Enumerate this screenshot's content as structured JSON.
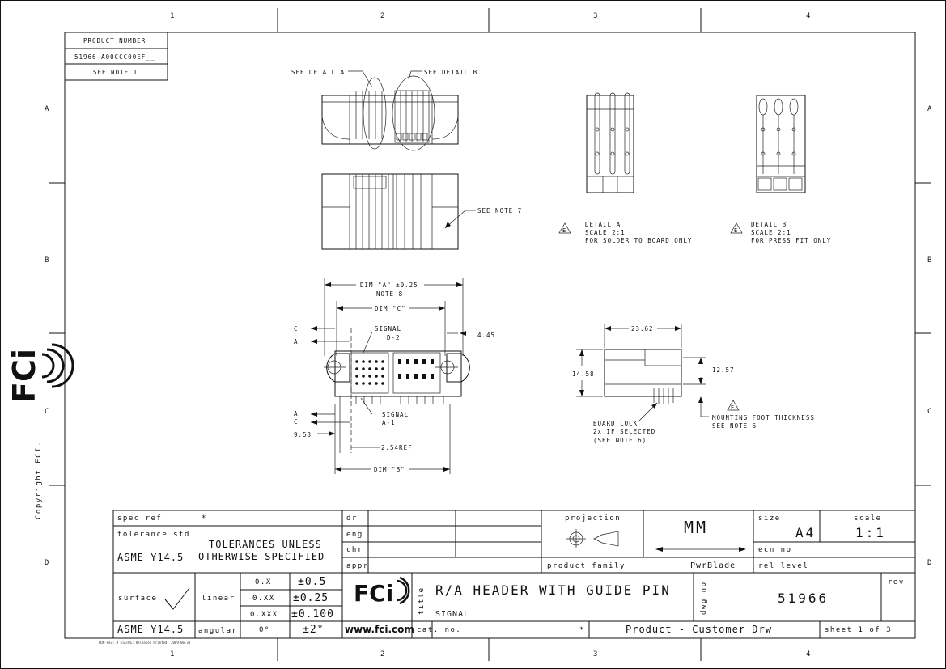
{
  "zones": {
    "columns": [
      "1",
      "2",
      "3",
      "4"
    ],
    "rows": [
      "A",
      "B",
      "C",
      "D"
    ]
  },
  "side_logo": {
    "text": "FCi",
    "copyright": "Copyright FCI."
  },
  "product_number_box": {
    "header": "PRODUCT NUMBER",
    "value": "51966-A00CCC00EF__",
    "note": "SEE NOTE 1"
  },
  "callouts": {
    "see_detail_a": "SEE DETAIL A",
    "see_detail_b": "SEE DETAIL B",
    "see_note_7": "SEE NOTE 7",
    "detail_a_title": "DETAIL A",
    "detail_a_scale": "SCALE 2:1",
    "detail_a_note": "FOR SOLDER TO BOARD ONLY",
    "detail_b_title": "DETAIL B",
    "detail_b_scale": "SCALE 2:1",
    "detail_b_note": "FOR PRESS FIT ONLY",
    "warning_symbol": "E",
    "dim_a": "DIM \"A\" ±0.25",
    "note_8": "NOTE 8",
    "dim_c": "DIM \"C\"",
    "dim_b": "DIM \"B\"",
    "dim_445": "4.45",
    "dim_953": "9.53",
    "dim_254": "2.54REF",
    "signal_d2_1": "SIGNAL",
    "signal_d2_2": "D-2",
    "signal_a1_1": "SIGNAL",
    "signal_a1_2": "A-1",
    "letter_c": "C",
    "letter_a": "A",
    "dim_2362": "23.62",
    "dim_1458": "14.58",
    "dim_1257": "12.57",
    "board_lock_1": "BOARD LOCK",
    "board_lock_2": "2x IF SELECTED",
    "board_lock_3": "(SEE NOTE 6)",
    "mounting_1": "MOUNTING FOOT THICKNESS",
    "mounting_2": "SEE NOTE 6"
  },
  "title_block": {
    "spec_ref_label": "spec ref",
    "spec_ref_value": "*",
    "tolerance_std_label": "tolerance std",
    "tolerance_std_value": "ASME Y14.5",
    "tolerances_line1": "TOLERANCES UNLESS",
    "tolerances_line2": "OTHERWISE SPECIFIED",
    "surface_label": "surface",
    "surface_std": "ASME Y14.5",
    "linear_label": "linear",
    "angular_label": "angular",
    "tol_rows": [
      {
        "format": "0.X",
        "value": "±0.5"
      },
      {
        "format": "0.XX",
        "value": "±0.25"
      },
      {
        "format": "0.XXX",
        "value": "±0.100"
      },
      {
        "format": "0°",
        "value": "±2°"
      }
    ],
    "sign_rows": [
      "dr",
      "eng",
      "chr",
      "appr"
    ],
    "projection_label": "projection",
    "units": "MM",
    "size_label": "size",
    "size_value": "A4",
    "scale_label": "scale",
    "scale_value": "1:1",
    "ecn_label": "ecn no",
    "rel_level_label": "rel level",
    "product_family_label": "product family",
    "product_family_value": "PwrBlade",
    "logo": "FCi",
    "website": "www.fci.com",
    "title_label": "title",
    "title_line1": "R/A HEADER WITH GUIDE PIN",
    "title_line2": "SIGNAL",
    "dwg_no_label": "dwg no",
    "dwg_no_value": "51966",
    "rev_label": "rev",
    "cat_no_label": "cat. no.",
    "cat_no_value": "*",
    "document_type": "Product - Customer Drw",
    "sheet": "sheet 1 of 3"
  },
  "footer_small": "PDM Rev: H  STATUS: Released  Printed: 2009-06-30"
}
